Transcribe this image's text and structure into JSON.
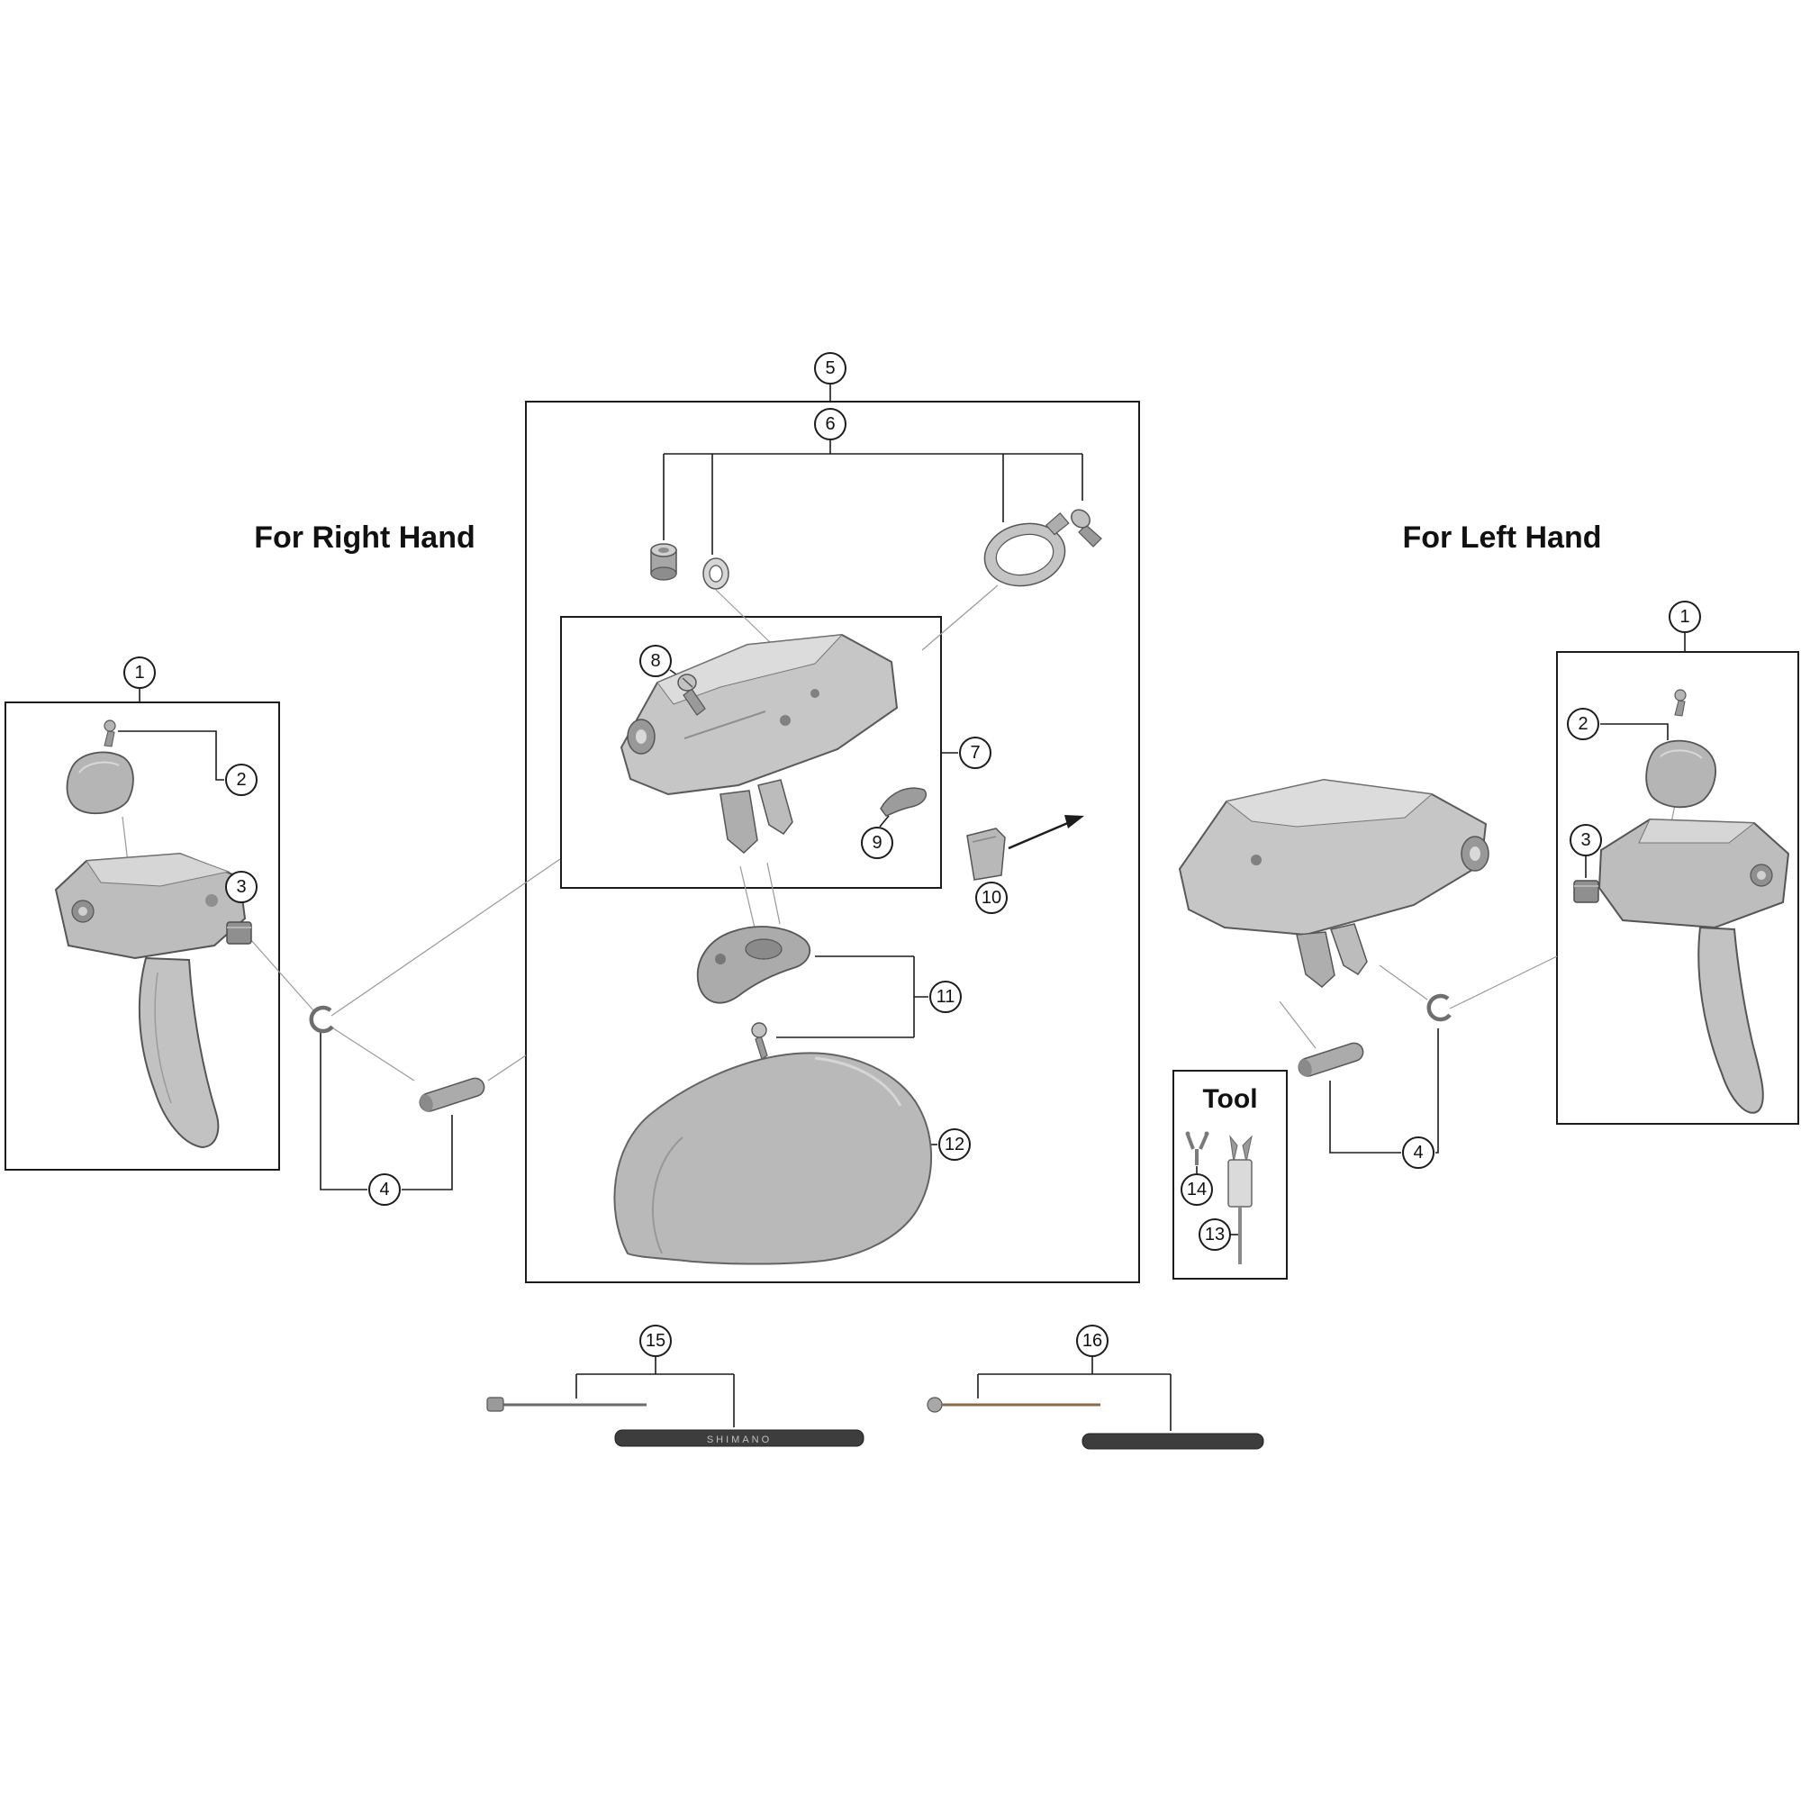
{
  "titles": {
    "right_hand": "For Right Hand",
    "left_hand": "For Left Hand",
    "tool_box": "Tool"
  },
  "callouts": {
    "n1": "1",
    "n2": "2",
    "n3": "3",
    "n4": "4",
    "n5": "5",
    "n6": "6",
    "n7": "7",
    "n8": "8",
    "n9": "9",
    "n10": "10",
    "n11": "11",
    "n12": "12",
    "n13": "13",
    "n14": "14",
    "n15": "15",
    "n16": "16"
  },
  "cables": {
    "marking": "SHIMANO"
  },
  "colors": {
    "line": "#1c1c1c",
    "part_fill": "#c4c4c4",
    "casing": "#3d3d3d"
  }
}
